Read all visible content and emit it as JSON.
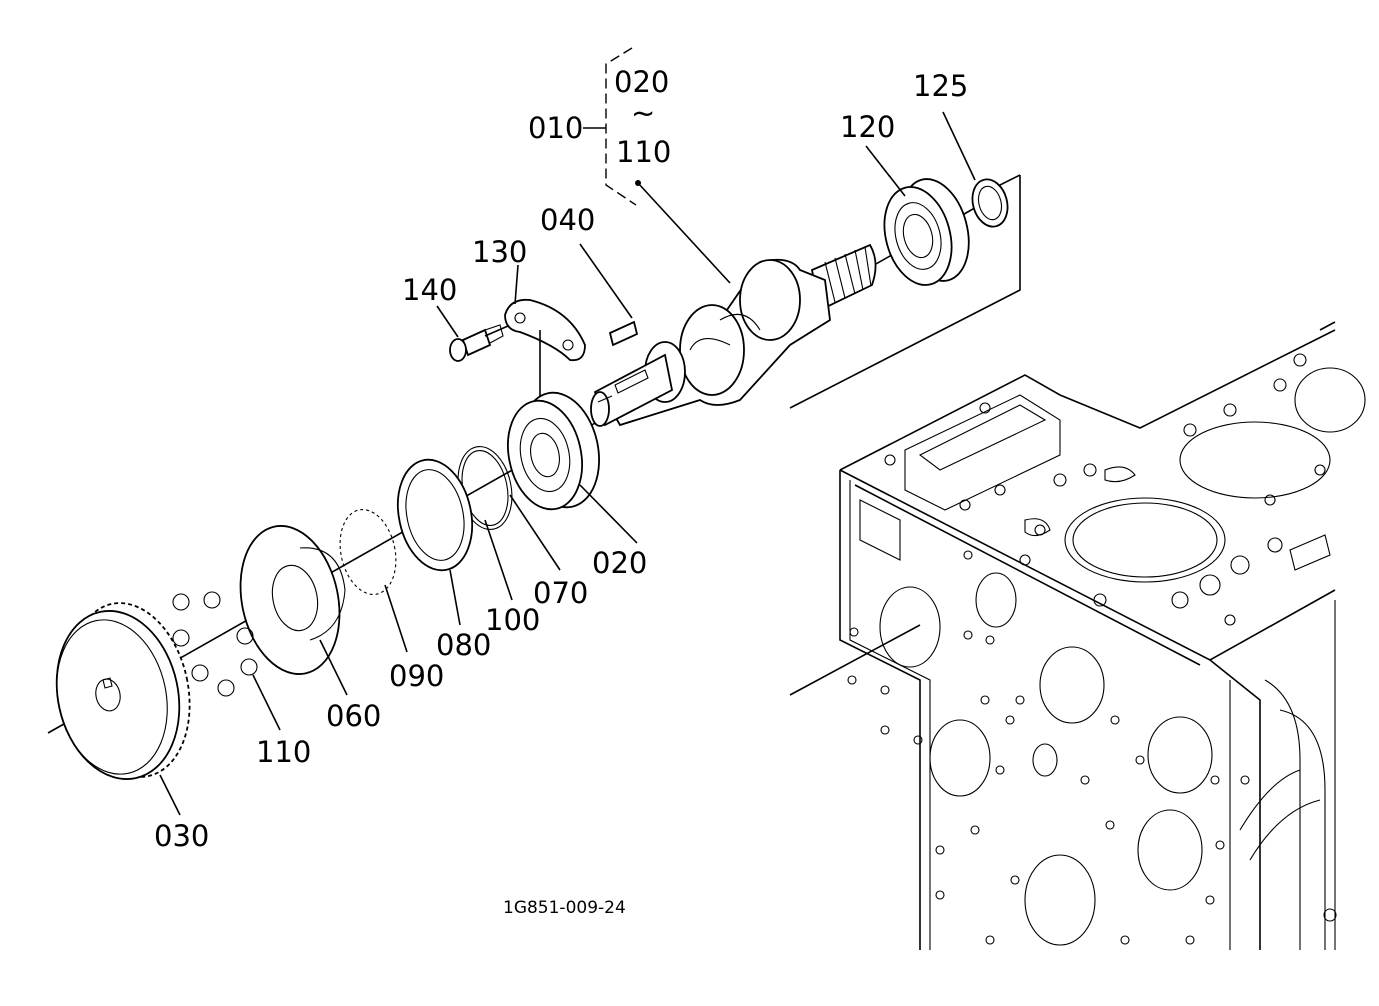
{
  "labels": {
    "p010": "010",
    "p020_range_start": "020",
    "range_mark": "~",
    "p110_range_end": "110",
    "p020": "020",
    "p030": "030",
    "p040": "040",
    "p060": "060",
    "p070": "070",
    "p080": "080",
    "p090": "090",
    "p100": "100",
    "p110": "110",
    "p120": "120",
    "p125": "125",
    "p130": "130",
    "p140": "140"
  },
  "figure_code": "1G851-009-24",
  "icons": {
    "camshaft": "camshaft-icon",
    "bearing": "ball-bearing-icon",
    "gear": "gear-icon",
    "crankcase": "crankcase-icon"
  }
}
